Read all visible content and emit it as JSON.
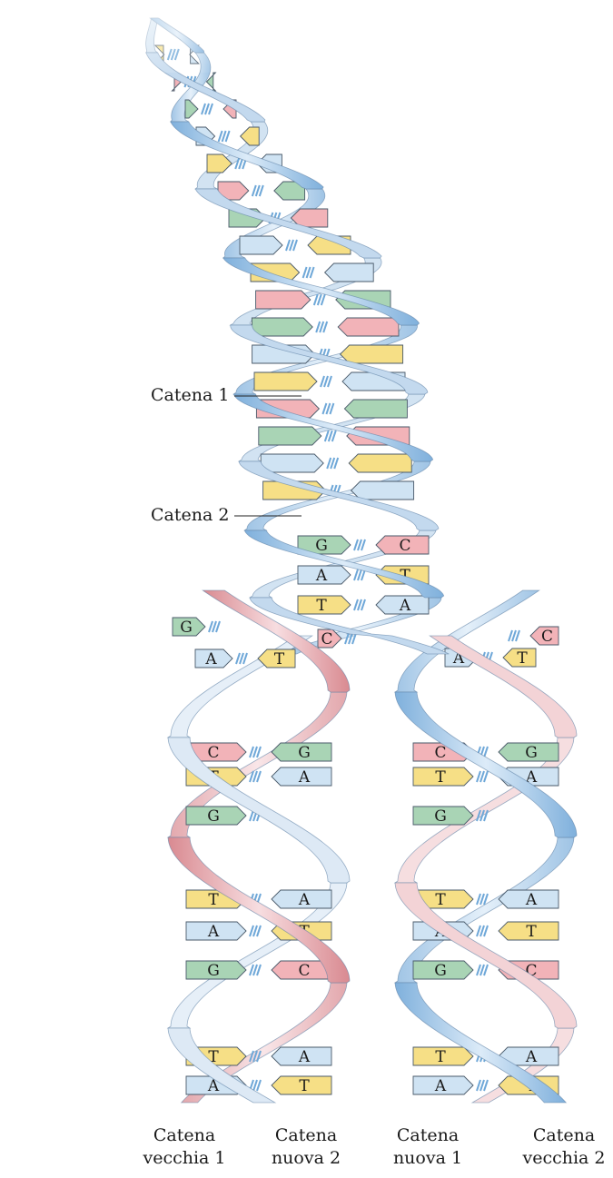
{
  "labels": {
    "strand_1": "Catena 1",
    "strand_2": "Catena 2"
  },
  "bottom_labels": [
    {
      "line1": "Catena",
      "line2": "vecchia 1"
    },
    {
      "line1": "Catena",
      "line2": "nuova 2"
    },
    {
      "line1": "Catena",
      "line2": "nuova 1"
    },
    {
      "line1": "Catena",
      "line2": "vecchia 2"
    }
  ],
  "colors": {
    "old_strand_blue": "#a9c9e8",
    "old_strand_pink": "#e6a3a8",
    "new_strand_light_blue": "#cfe2f3",
    "new_strand_light_pink": "#f6d0d3",
    "base_G": "#a9d4b5",
    "base_C": "#f2b3b8",
    "base_A": "#cfe3f3",
    "base_T": "#f6df86",
    "h_bond": "#6fa8d8"
  },
  "top_pairs": [
    {
      "left": "G",
      "right": "C"
    },
    {
      "left": "A",
      "right": "T"
    },
    {
      "left": "T",
      "right": "A"
    }
  ],
  "fork": {
    "left_bases": [
      "G",
      "A"
    ],
    "left_new": [
      "T"
    ],
    "center_base": "C",
    "right_bases": [
      "C",
      "T"
    ],
    "right_new": [
      "A"
    ]
  },
  "daughter_left_pairs": [
    {
      "left": "C",
      "right": "G"
    },
    {
      "left": "T",
      "right": "A"
    },
    {
      "left": "G",
      "right": ""
    },
    {
      "left": "T",
      "right": "A"
    },
    {
      "left": "A",
      "right": "T"
    },
    {
      "left": "G",
      "right": "C"
    },
    {
      "left": "T",
      "right": "A"
    },
    {
      "left": "A",
      "right": "T"
    }
  ],
  "daughter_right_pairs": [
    {
      "left": "C",
      "right": "G"
    },
    {
      "left": "T",
      "right": "A"
    },
    {
      "left": "G",
      "right": ""
    },
    {
      "left": "T",
      "right": "A"
    },
    {
      "left": "A",
      "right": "T"
    },
    {
      "left": "G",
      "right": "C"
    },
    {
      "left": "T",
      "right": "A"
    },
    {
      "left": "A",
      "right": "T"
    }
  ]
}
